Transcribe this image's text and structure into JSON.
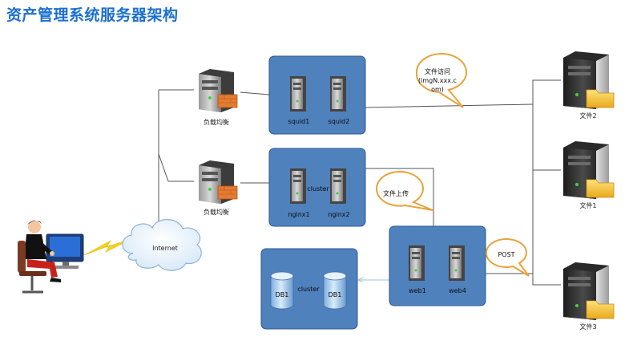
{
  "title": "资产管理系统服务器架构",
  "nodes": {
    "internet": "Internet",
    "lb_top": "负载均衡",
    "lb_bottom": "负载均衡",
    "squid1": "squid1",
    "squid2": "squid2",
    "nginx1": "nginx1",
    "nginx2": "nginx2",
    "nginx_cluster": "cluster",
    "web1": "web1",
    "web4": "web4",
    "db1_left": "DB1",
    "db1_right": "DB1",
    "db_cluster": "cluster",
    "file1": "文件1",
    "file2": "文件2",
    "file3": "文件3"
  },
  "callouts": {
    "file_access_line1": "文件访问",
    "file_access_line2": "(imgN.xxx.c",
    "file_access_line3": "om)",
    "file_upload": "文件上传",
    "post": "POST"
  },
  "colors": {
    "title": "#1b6fd1",
    "cluster_box": "#4f81bd",
    "cluster_border": "#2e5a8e",
    "callout_border": "#e8a33b",
    "lightning": "#f5d21d"
  }
}
